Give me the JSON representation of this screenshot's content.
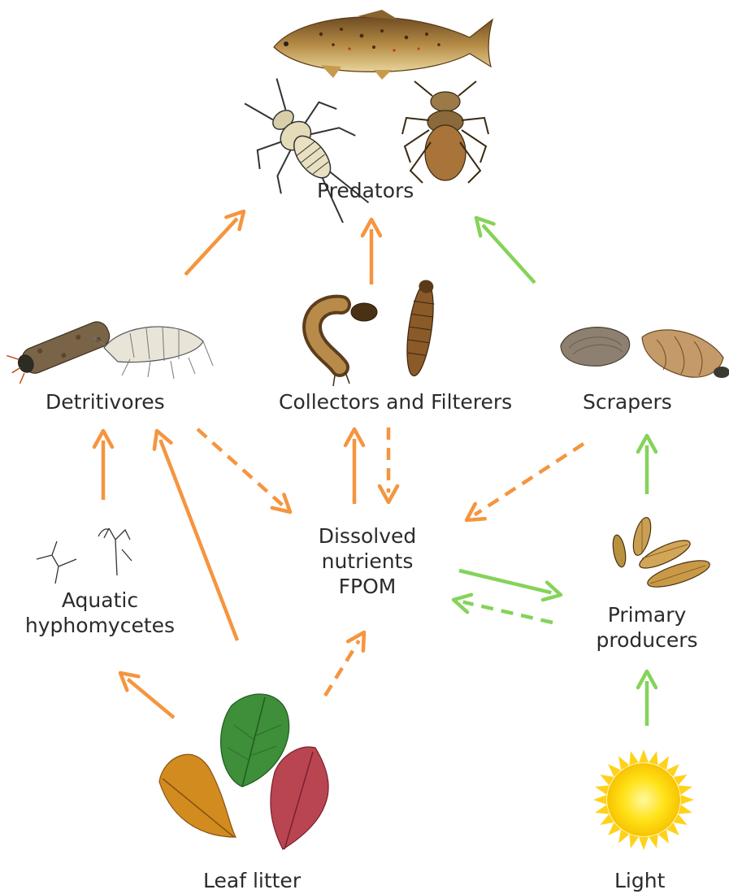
{
  "nodes": {
    "predators": "Predators",
    "detritivores": "Detritivores",
    "collectors": "Collectors and Filterers",
    "scrapers": "Scrapers",
    "dissolved": [
      "Dissolved",
      "nutrients",
      "FPOM"
    ],
    "hyphomycetes": [
      "Aquatic",
      "hyphomycetes"
    ],
    "primary": [
      "Primary",
      "producers"
    ],
    "leaf_litter": "Leaf litter",
    "light": "Light"
  },
  "colors": {
    "orange_flow": "#f5953f",
    "green_flow": "#85d35a",
    "text": "#2b2b2b"
  },
  "legend_semantics": {
    "solid_arrow": "consumption",
    "dashed_arrow": "release"
  },
  "illustrations": [
    "brown-trout",
    "stonefly-nymph",
    "dragonfly-larva",
    "caddisfly-case-larva",
    "amphipod",
    "beetle-larva",
    "midge-larva",
    "freshwater-clam",
    "river-snail",
    "diatoms",
    "hyphae-fungi",
    "green-alder-leaf",
    "orange-beech-leaf",
    "red-oak-leaf",
    "sun"
  ]
}
